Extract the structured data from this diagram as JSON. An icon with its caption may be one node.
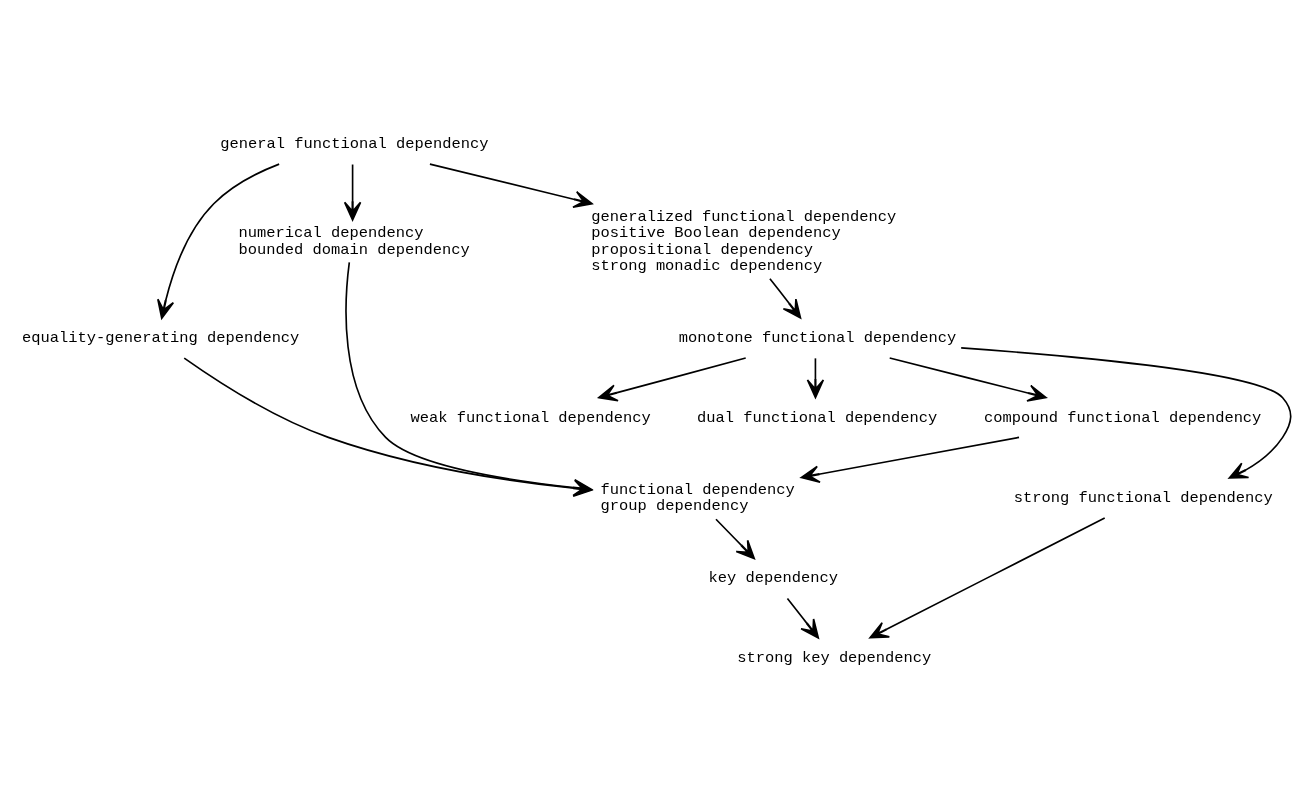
{
  "diagram": {
    "nodes": [
      {
        "text": [
          "general functional dependency"
        ]
      },
      {
        "text": [
          "equality-generating dependency"
        ]
      },
      {
        "text": [
          "numerical dependency",
          "bounded domain dependency"
        ]
      },
      {
        "text": [
          "generalized functional dependency",
          "positive Boolean dependency",
          "propositional dependency",
          "strong monadic dependency"
        ]
      },
      {
        "text": [
          "monotone functional dependency"
        ]
      },
      {
        "text": [
          "weak functional dependency"
        ]
      },
      {
        "text": [
          "dual functional dependency"
        ]
      },
      {
        "text": [
          "strong functional dependency"
        ]
      },
      {
        "text": [
          "compound functional dependency"
        ]
      },
      {
        "text": [
          "functional dependency",
          "group dependency"
        ]
      },
      {
        "text": [
          "key dependency"
        ]
      },
      {
        "text": [
          "strong key dependency"
        ]
      }
    ],
    "edges": [
      {
        "from": 0,
        "to": 1,
        "arrow": "to"
      },
      {
        "from": 0,
        "to": 2,
        "arrow": "to"
      },
      {
        "from": 0,
        "to": 3,
        "arrow": "to"
      },
      {
        "from": 3,
        "to": 4,
        "arrow": "to"
      },
      {
        "from": 4,
        "to": 5,
        "arrow": "to"
      },
      {
        "from": 4,
        "to": 6,
        "arrow": "to"
      },
      {
        "from": 4,
        "to": 7,
        "arrow": "to"
      },
      {
        "from": 4,
        "to": 8,
        "arrow": "to"
      },
      {
        "from": 1,
        "to": 9,
        "arrow": "to"
      },
      {
        "from": 2,
        "to": 9,
        "arrow": "to"
      },
      {
        "from": 8,
        "to": 9,
        "arrow": "to"
      },
      {
        "from": 9,
        "to": 10,
        "arrow": "to"
      },
      {
        "from": 10,
        "to": 11,
        "arrow": "to"
      },
      {
        "from": 7,
        "to": 11,
        "arrow": "to"
      }
    ]
  }
}
